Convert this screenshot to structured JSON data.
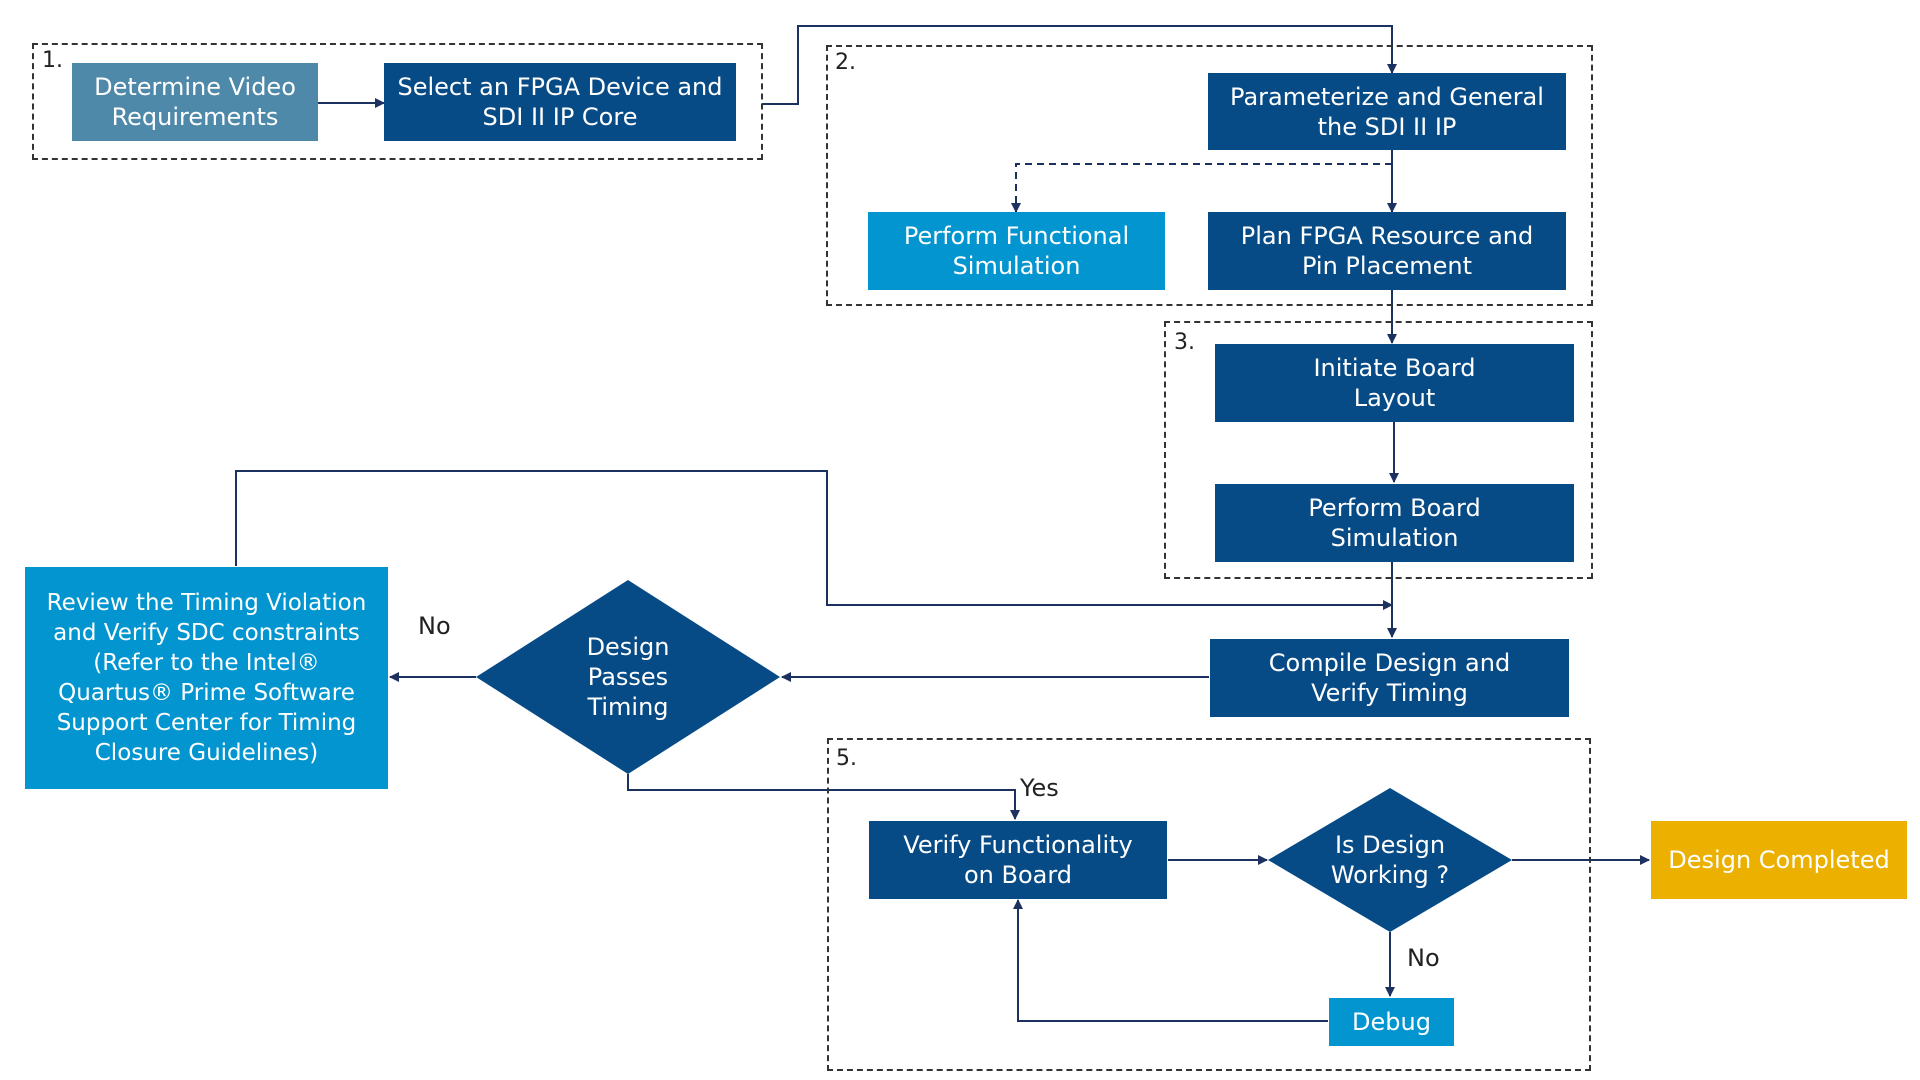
{
  "colors": {
    "dark_blue": "#074b86",
    "steel_blue": "#4e89aa",
    "light_blue": "#0295cf",
    "gold": "#ebb000",
    "line": "#1d3160",
    "dash": "#333333"
  },
  "groups": {
    "g1": "1.",
    "g2": "2.",
    "g3": "3.",
    "g5": "5."
  },
  "nodes": {
    "determine_video": "Determine Video\nRequirements",
    "select_fpga": "Select an FPGA Device and\nSDI II IP Core",
    "parameterize": "Parameterize and General\nthe SDI II IP",
    "functional_sim": "Perform Functional\nSimulation",
    "plan_resource": "Plan FPGA Resource and\nPin Placement",
    "initiate_layout": "Initiate Board\nLayout",
    "board_sim": "Perform Board\nSimulation",
    "compile": "Compile Design and\nVerify Timing",
    "review_timing": "Review the Timing Violation\nand Verify SDC constraints\n(Refer to the Intel®\nQuartus® Prime Software\nSupport Center for Timing\nClosure Guidelines)",
    "passes_timing": "Design\nPasses\nTiming",
    "verify_board": "Verify Functionality\non Board",
    "is_working": "Is Design\nWorking ?",
    "debug": "Debug",
    "completed": "Design Completed"
  },
  "edge_labels": {
    "no_timing": "No",
    "yes_timing": "Yes",
    "no_working": "No"
  }
}
